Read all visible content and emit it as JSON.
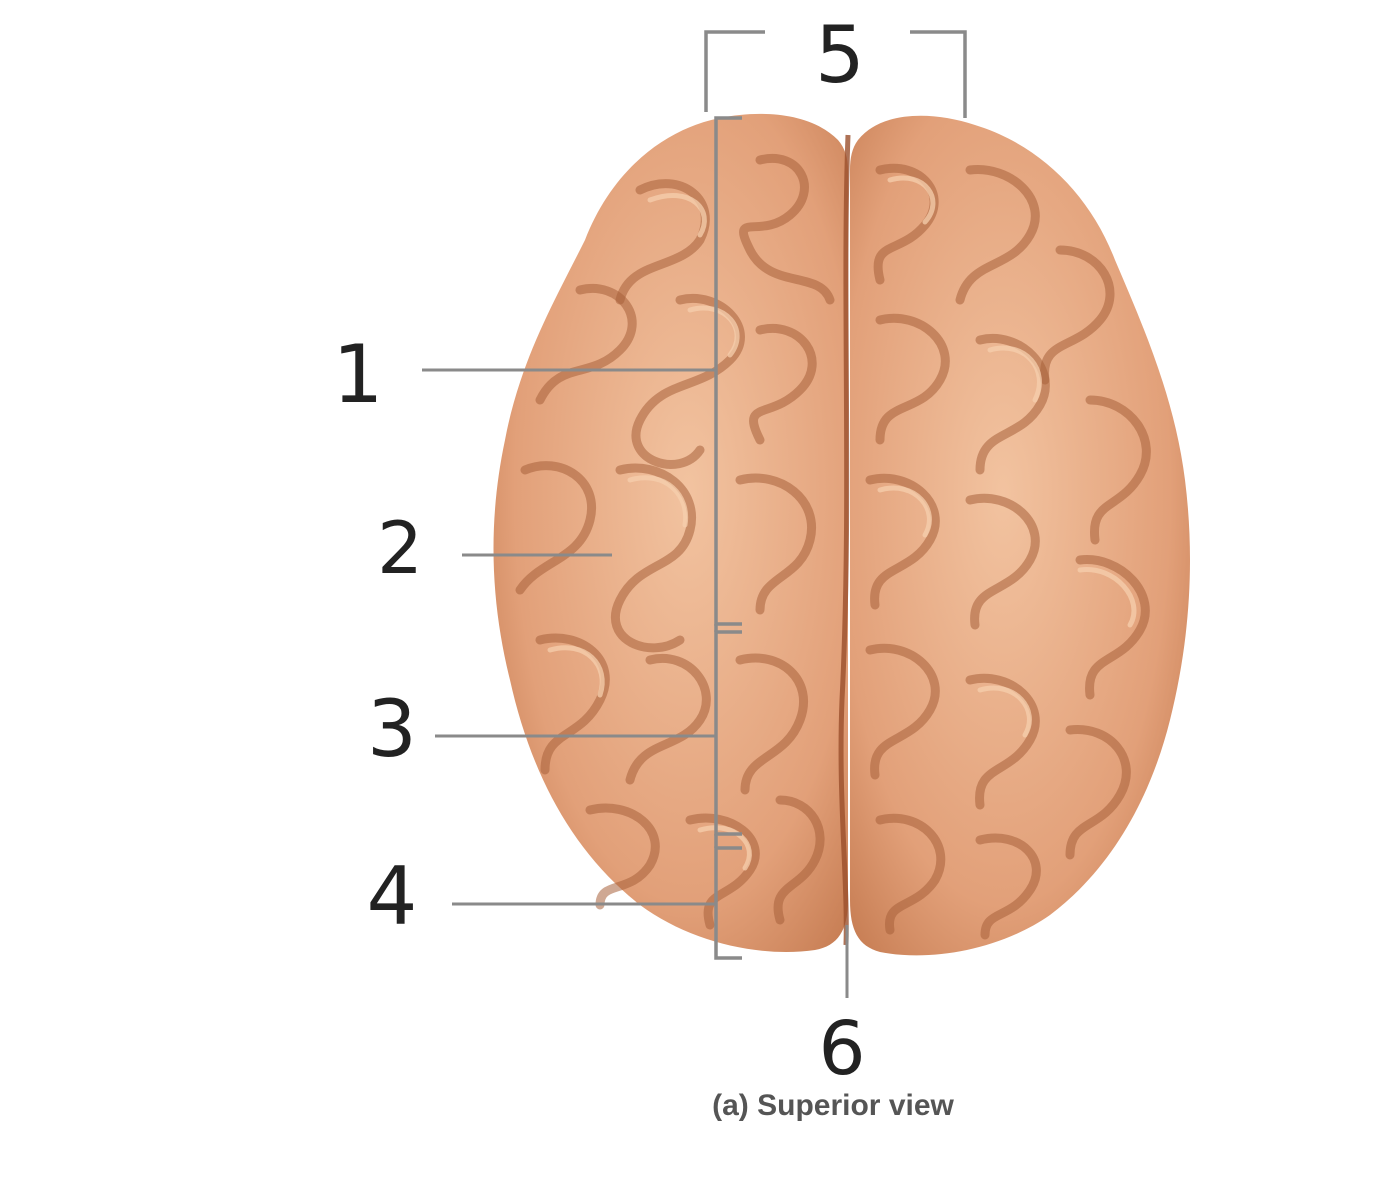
{
  "labels": {
    "l1": "1",
    "l2": "2",
    "l3": "3",
    "l4": "4",
    "l5": "5",
    "l6": "6"
  },
  "caption": "(a) Superior view",
  "colors": {
    "brain_base": "#e3a47c",
    "brain_light": "#f4c9a6",
    "brain_shadow": "#b8693f",
    "leader_line": "#8a8a8a"
  }
}
